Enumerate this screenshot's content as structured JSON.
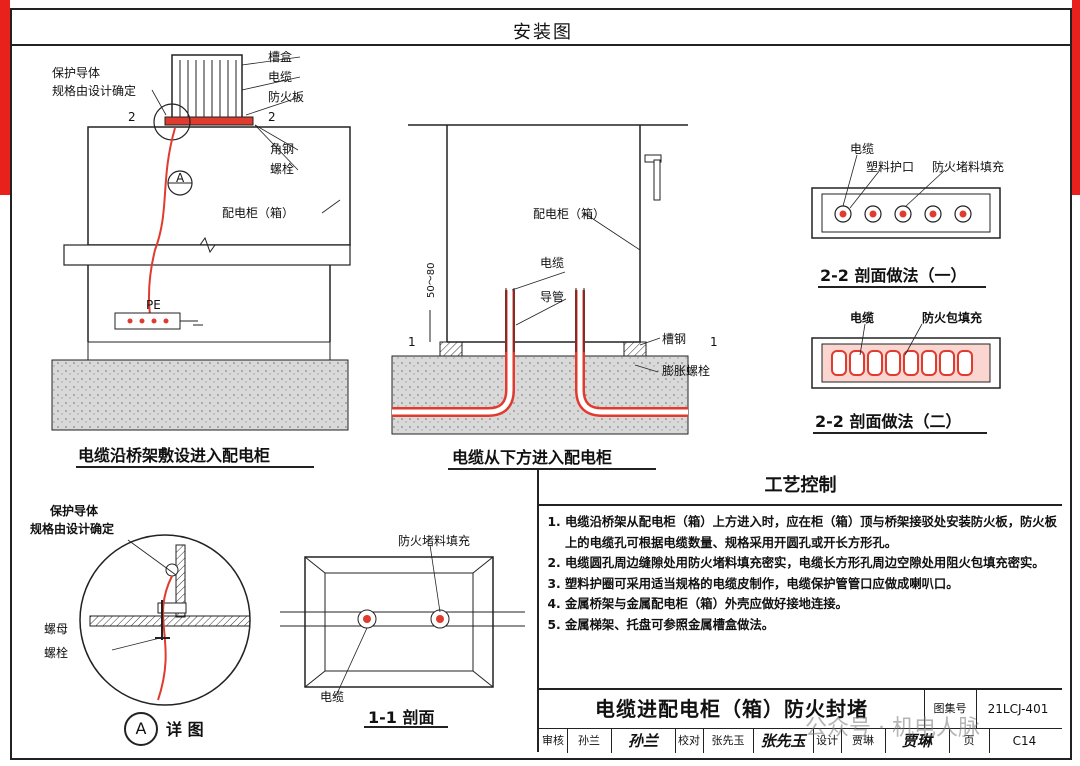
{
  "sheet_title": "安装图",
  "fig1": {
    "caption": "电缆沿桥架敷设进入配电柜",
    "labels": {
      "protective_conductor": "保护导体",
      "spec_design": "规格由设计确定",
      "cable_trough": "槽盒",
      "cable": "电缆",
      "fire_board": "防火板",
      "angle_steel": "角钢",
      "bolt": "螺栓",
      "cabinet": "配电柜（箱）",
      "pe": "PE",
      "section_mark": "2",
      "detail_mark": "A"
    }
  },
  "fig2": {
    "caption": "电缆从下方进入配电柜",
    "labels": {
      "cabinet": "配电柜（箱）",
      "cable": "电缆",
      "conduit": "导管",
      "channel_steel": "槽钢",
      "expansion_bolt": "膨胀螺栓",
      "dim": "50～80",
      "section_mark": "1"
    }
  },
  "fig3": {
    "labels": {
      "cable": "电缆",
      "plastic_guard": "塑料护口",
      "fire_plug": "防火堵料填充"
    },
    "caption": "2-2 剖面做法（一）"
  },
  "fig4": {
    "labels": {
      "cable": "电缆",
      "fire_bag": "防火包填充"
    },
    "caption": "2-2 剖面做法（二）"
  },
  "detail": {
    "labels": {
      "protective_conductor": "保护导体",
      "spec_design": "规格由设计确定",
      "nut": "螺母",
      "bolt": "螺栓"
    },
    "mark": "A",
    "caption": "详 图"
  },
  "section11": {
    "labels": {
      "fire_plug": "防火堵料填充",
      "cable": "电缆"
    },
    "caption": "1-1 剖面"
  },
  "process": {
    "title": "工艺控制",
    "items": [
      "电缆沿桥架从配电柜（箱）上方进入时，应在柜（箱）顶与桥架接驳处安装防火板，防火板上的电缆孔可根据电缆数量、规格采用开圆孔或开长方形孔。",
      "电缆圆孔周边缝隙处用防火堵料填充密实，电缆长方形孔周边空隙处用阻火包填充密实。",
      "塑料护圈可采用适当规格的电缆皮制作，电缆保护管管口应做成喇叭口。",
      "金属桥架与金属配电柜（箱）外壳应做好接地连接。",
      "金属梯架、托盘可参照金属槽盒做法。"
    ]
  },
  "title_block": {
    "title": "电缆进配电柜（箱）防火封堵",
    "atlas_label": "图集号",
    "atlas_no": "21LCJ-401",
    "review_label": "审核",
    "reviewer": "孙兰",
    "check_label": "校对",
    "checker": "张先玉",
    "design_label": "设计",
    "designer": "贾琳",
    "page_label": "页",
    "page_no": "C14",
    "watermark": "公众号 · 机电人脉"
  },
  "colors": {
    "accent_red": "#e8211d",
    "cable_red": "#e03b2f",
    "concrete": "#d9d9d9",
    "line": "#222222"
  }
}
